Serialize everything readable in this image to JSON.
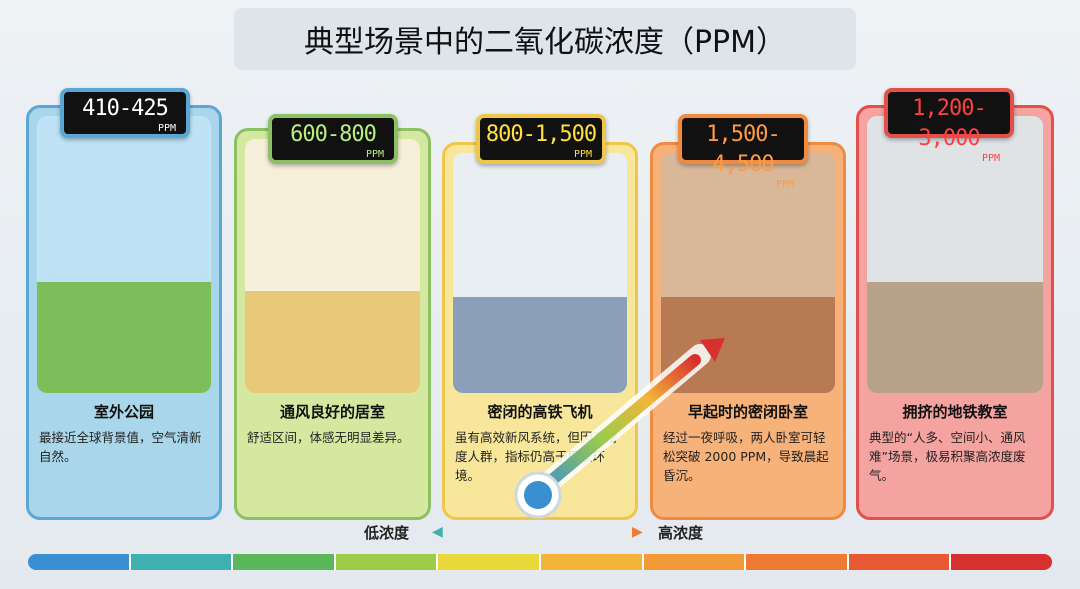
{
  "title": "典型场景中的二氧化碳浓度（PPM）",
  "unit": "PPM",
  "cards": [
    {
      "range": "410-425",
      "heading": "室外公园",
      "desc": "最接近全球背景值，空气清新自然。",
      "color": "#5aa7d6",
      "bg": "#a9d6ea",
      "text_color": "#ffffff",
      "icon": "park-scene"
    },
    {
      "range": "600-800",
      "heading": "通风良好的居室",
      "desc": "舒适区间，体感无明显差异。",
      "color": "#8cc063",
      "bg": "#d4e8a0",
      "text_color": "#b8f080",
      "icon": "living-room-scene"
    },
    {
      "range": "800-1,500",
      "heading": "密闭的高铁飞机",
      "desc": "虽有高效新风系统，但因高密度人群，指标仍高于居家环境。",
      "color": "#f0c64a",
      "bg": "#f8e79a",
      "text_color": "#ffe040",
      "icon": "train-cabin-scene"
    },
    {
      "range": "1,500-4,500",
      "heading": "早起时的密闭卧室",
      "desc": "经过一夜呼吸，两人卧室可轻松突破 2000 PPM，导致晨起昏沉。",
      "color": "#ef8a3e",
      "bg": "#f7b27a",
      "text_color": "#ff9a40",
      "icon": "bedroom-scene"
    },
    {
      "range": "1,200-3,000",
      "heading": "拥挤的地铁教室",
      "desc": "典型的“人多、空间小、通风难”场景，极易积聚高浓度废气。",
      "color": "#e2504a",
      "bg": "#f4a3a0",
      "text_color": "#ff4040",
      "icon": "subway-classroom-scene"
    }
  ],
  "scale": {
    "low_label": "低浓度",
    "high_label": "高浓度",
    "colors": [
      "#3a8fd0",
      "#3fb0b0",
      "#5bb85a",
      "#9ccc4a",
      "#e8d83a",
      "#f2b53a",
      "#f29a38",
      "#ee7a34",
      "#e85a34",
      "#d8302e"
    ]
  }
}
